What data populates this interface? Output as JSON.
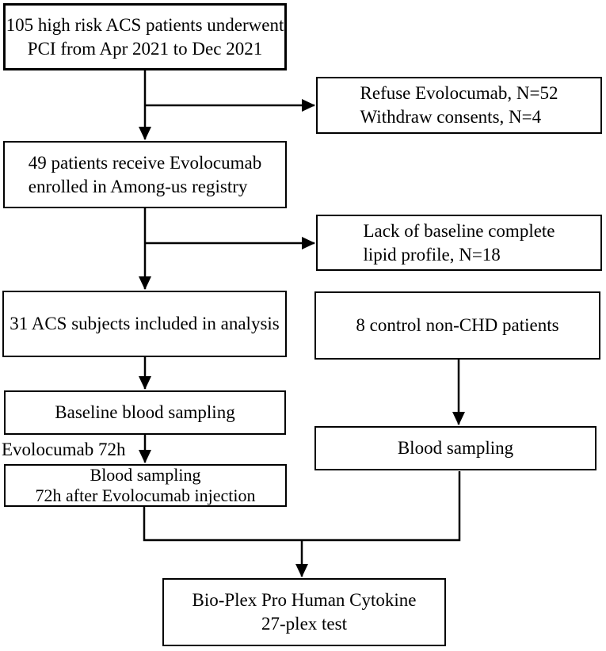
{
  "flowchart": {
    "boxes": {
      "screened": {
        "lines": [
          "105 high risk ACS patients underwent",
          "PCI from Apr 2021 to Dec 2021"
        ]
      },
      "excluded_refuse": {
        "lines": [
          "Refuse Evolocumab, N=52",
          "Withdraw consents, N=4"
        ]
      },
      "enrolled": {
        "lines": [
          "49 patients receive Evolocumab",
          "enrolled in Among-us registry"
        ]
      },
      "excluded_lipid": {
        "lines": [
          "Lack of baseline complete",
          "lipid profile, N=18"
        ]
      },
      "analyzed": {
        "lines": [
          "31 ACS subjects included in analysis"
        ]
      },
      "control": {
        "lines": [
          "8 control non-CHD patients"
        ]
      },
      "baseline_sampling": {
        "lines": [
          "Baseline blood sampling"
        ]
      },
      "post_sampling": {
        "lines": [
          "Blood sampling",
          "72h after Evolocumab injection"
        ]
      },
      "control_sampling": {
        "lines": [
          "Blood sampling"
        ]
      },
      "cytokine_test": {
        "lines": [
          "Bio-Plex Pro Human Cytokine",
          "27-plex test"
        ]
      }
    },
    "labels": {
      "evolocumab_72h": "Evolocumab 72h"
    },
    "colors": {
      "line": "#000000",
      "text": "#000000",
      "background": "#ffffff"
    }
  }
}
